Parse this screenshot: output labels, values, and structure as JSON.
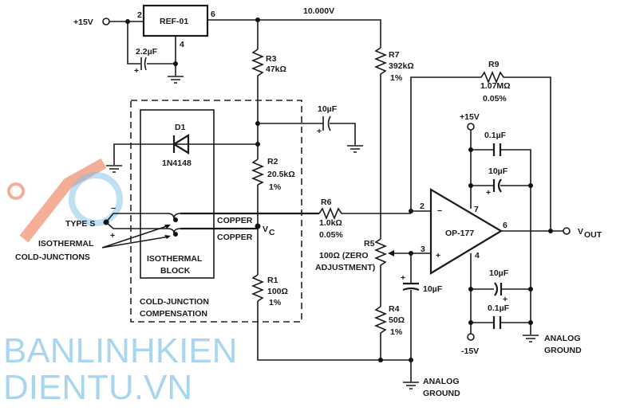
{
  "title": "Type S thermocouple amplifier with cold-junction compensation",
  "supply": {
    "pos": "+15V",
    "neg": "-15V",
    "opamp_pos": "+15V"
  },
  "ref": {
    "name": "REF-01",
    "pin_in": "2",
    "pin_out": "6",
    "pin_gnd": "4",
    "cap": "2.2µF",
    "output_voltage": "10.000V"
  },
  "r3": {
    "name": "R3",
    "value": "47kΩ"
  },
  "r2": {
    "name": "R2",
    "value": "20.5kΩ",
    "tol": "1%"
  },
  "r1": {
    "name": "R1",
    "value": "100Ω",
    "tol": "1%"
  },
  "r7": {
    "name": "R7",
    "value": "392kΩ",
    "tol": "1%"
  },
  "r9": {
    "name": "R9",
    "value": "1.07MΩ",
    "tol": "0.05%"
  },
  "r6": {
    "name": "R6",
    "value": "1.0kΩ",
    "tol": "0.05%"
  },
  "r5": {
    "name": "R5",
    "value": "100Ω (ZERO",
    "value2": "ADJUSTMENT)"
  },
  "r4": {
    "name": "R4",
    "value": "50Ω",
    "tol": "1%"
  },
  "diode": {
    "name": "D1",
    "part": "1N4148"
  },
  "caps": {
    "decouple": "10µF",
    "zero": "10µF",
    "c_pos_small": "0.1µF",
    "c_pos_big": "10µF",
    "c_neg_big": "10µF",
    "c_neg_small": "0.1µF"
  },
  "opamp": {
    "name": "OP-177",
    "pin2": "2",
    "pin3": "3",
    "pin4": "4",
    "pin6": "6",
    "pin7": "7",
    "minus": "−",
    "plus": "+"
  },
  "output": {
    "label": "V",
    "sub": "OUT"
  },
  "vc": {
    "label": "V",
    "sub": "C"
  },
  "thermocouple": {
    "label": "TYPE S",
    "plus": "+",
    "minus": "−"
  },
  "labels": {
    "copper_top": "COPPER",
    "copper_bottom": "COPPER",
    "iso_cj_1": "ISOTHERMAL",
    "iso_cj_2": "COLD-JUNCTIONS",
    "iso_block_1": "ISOTHERMAL",
    "iso_block_2": "BLOCK",
    "cjc_1": "COLD-JUNCTION",
    "cjc_2": "COMPENSATION",
    "ag1_1": "ANALOG",
    "ag1_2": "GROUND",
    "ag2_1": "ANALOG",
    "ag2_2": "GROUND"
  },
  "watermark": "BANLINHKIENDIENTU.VN",
  "colors": {
    "watermark_blue": "#7cc2e8",
    "logo_orange": "#f08a6a"
  }
}
